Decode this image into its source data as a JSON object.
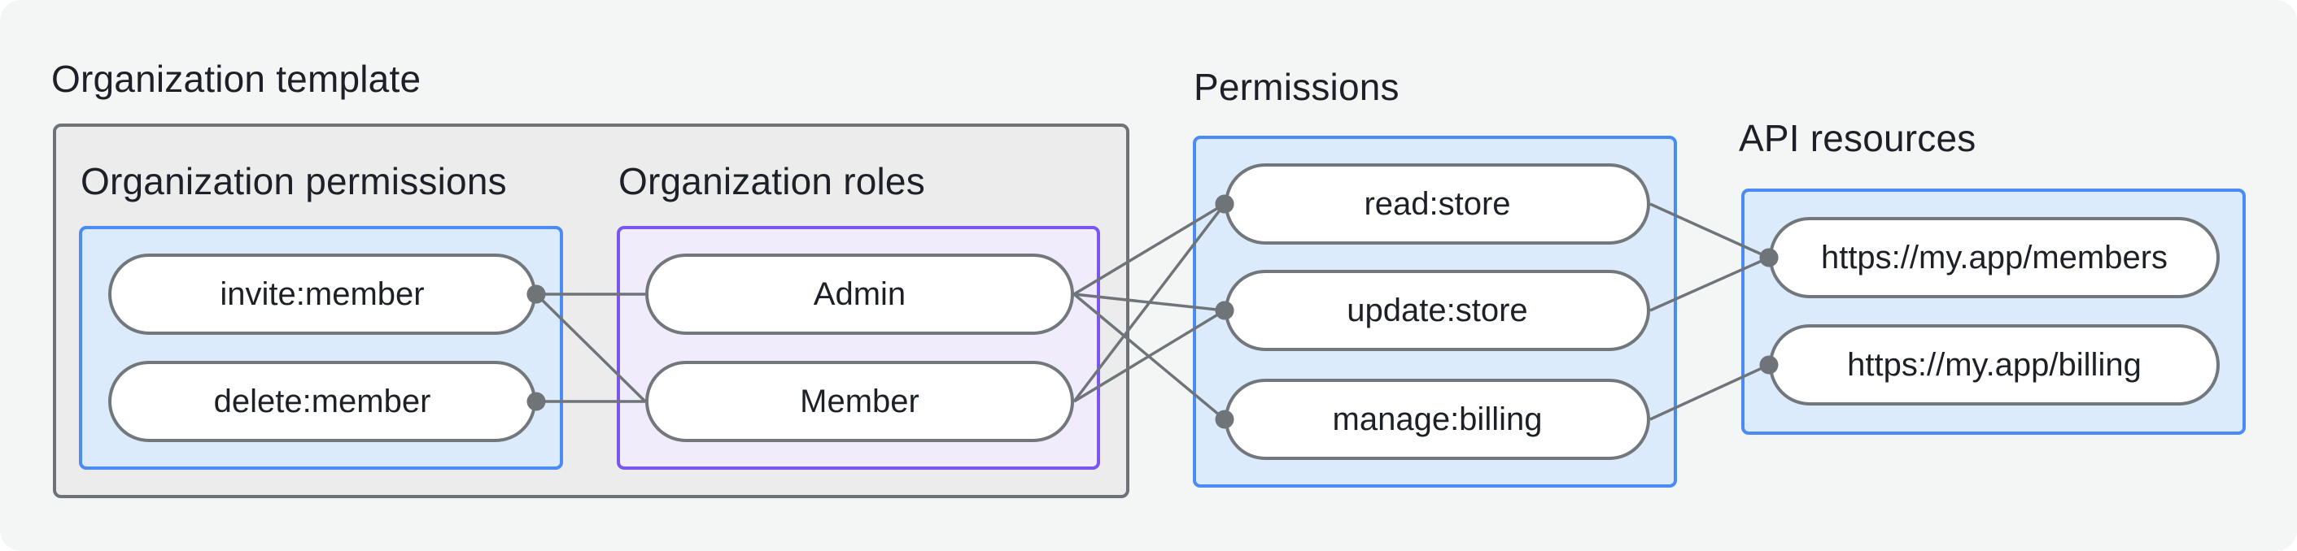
{
  "labels": {
    "organization_template": "Organization template",
    "organization_permissions": "Organization permissions",
    "organization_roles": "Organization roles",
    "permissions": "Permissions",
    "api_resources": "API resources"
  },
  "diagram": {
    "nodes": {
      "invite_member": {
        "label": "invite:member"
      },
      "delete_member": {
        "label": "delete:member"
      },
      "admin": {
        "label": "Admin"
      },
      "member": {
        "label": "Member"
      },
      "read_store": {
        "label": "read:store"
      },
      "update_store": {
        "label": "update:store"
      },
      "manage_billing": {
        "label": "manage:billing"
      },
      "members_api": {
        "label": "https://my.app/members"
      },
      "billing_api": {
        "label": "https://my.app/billing"
      }
    },
    "edges": [
      {
        "from": "invite_member",
        "to": "admin",
        "dot": "from"
      },
      {
        "from": "invite_member",
        "to": "member",
        "dot": "from"
      },
      {
        "from": "delete_member",
        "to": "member",
        "dot": "from"
      },
      {
        "from": "admin",
        "to": "read_store",
        "dot": "to"
      },
      {
        "from": "admin",
        "to": "update_store",
        "dot": "to"
      },
      {
        "from": "admin",
        "to": "manage_billing",
        "dot": "to"
      },
      {
        "from": "member",
        "to": "read_store",
        "dot": "to"
      },
      {
        "from": "member",
        "to": "update_store",
        "dot": "to"
      },
      {
        "from": "read_store",
        "to": "members_api",
        "dot": "to"
      },
      {
        "from": "update_store",
        "to": "members_api",
        "dot": "to"
      },
      {
        "from": "manage_billing",
        "to": "billing_api",
        "dot": "to"
      }
    ]
  },
  "colors": {
    "page_background": "#f4f6f5",
    "container_fill": "#ebeceb",
    "container_border": "#6d7277",
    "blue_fill": "#dcebfb",
    "blue_border": "#4b8bf5",
    "purple_fill": "#f0ecfc",
    "purple_border": "#7a55f0",
    "pill_fill": "#ffffff",
    "pill_border": "#72777c",
    "wire": "#6f7478",
    "text": "#1d2127"
  }
}
